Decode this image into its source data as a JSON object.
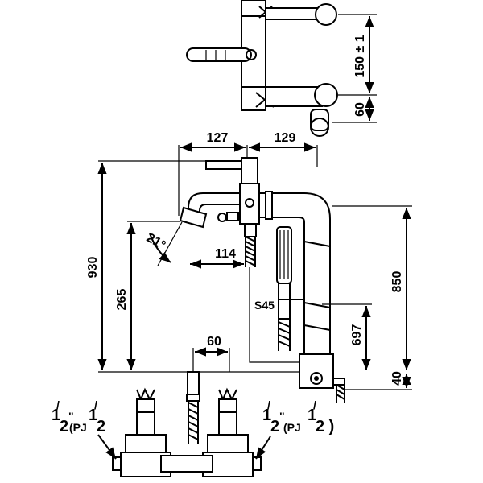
{
  "drawing": {
    "dimensions": {
      "pitch": "150 ± 1",
      "wall_offset": "60",
      "spout_reach": "127",
      "column_offset": "129",
      "total_height": "930",
      "spout_height": "265",
      "column_height": "850",
      "handshower_holder_height": "697",
      "base_height": "40",
      "hose_clearance": "114",
      "spout_angle": "21°",
      "connection_spacing": "60",
      "hose_label": "S45"
    },
    "threads": {
      "left": {
        "a": "1",
        "b": "2",
        "pj": "(PJ",
        "c": "1",
        "d": "2"
      },
      "right": {
        "a": "1",
        "b": "2",
        "pj": "(PJ",
        "c": "1",
        "d": "2 )"
      },
      "inch_mark": "\""
    }
  }
}
